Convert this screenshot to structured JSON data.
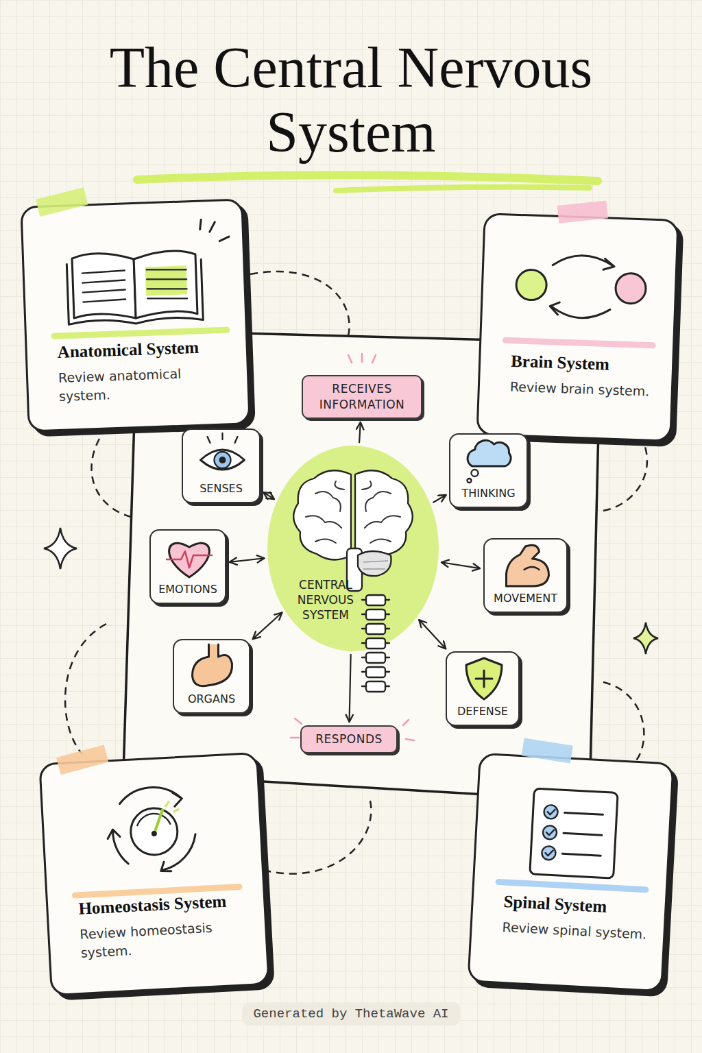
{
  "diagram": {
    "title": "The Central Nervous System",
    "nodes": [
      {
        "text": [
          "Anatomical System",
          "Review anatomical system."
        ]
      },
      {
        "text": [
          "Brain System",
          "Review brain system."
        ]
      },
      {
        "text": [
          "RECEIVES INFORMATION"
        ]
      },
      {
        "text": [
          "SENSES"
        ]
      },
      {
        "text": [
          "THINKING"
        ]
      },
      {
        "text": [
          "CENTRAL NERVOUS SYSTEM"
        ]
      },
      {
        "text": [
          "EMOTIONS"
        ]
      },
      {
        "text": [
          "MOVEMENT"
        ]
      },
      {
        "text": [
          "ORGANS"
        ]
      },
      {
        "text": [
          "DEFENSE"
        ]
      },
      {
        "text": [
          "RESPONDS"
        ]
      },
      {
        "text": [
          "Homeostasis System",
          "Review homeostasis system."
        ]
      },
      {
        "text": [
          "Spinal System",
          "Review spinal system."
        ]
      }
    ],
    "edges": [
      {
        "from": 5,
        "to": 2,
        "arrow": "to"
      },
      {
        "from": 5,
        "to": 3,
        "arrow": "both"
      },
      {
        "from": 5,
        "to": 4,
        "arrow": "to"
      },
      {
        "from": 5,
        "to": 6,
        "arrow": "both"
      },
      {
        "from": 5,
        "to": 7,
        "arrow": "both"
      },
      {
        "from": 5,
        "to": 8,
        "arrow": "both"
      },
      {
        "from": 5,
        "to": 9,
        "arrow": "both"
      },
      {
        "from": 5,
        "to": 10,
        "arrow": "to"
      }
    ],
    "labels": [
      "Generated by ThetaWave AI"
    ]
  }
}
